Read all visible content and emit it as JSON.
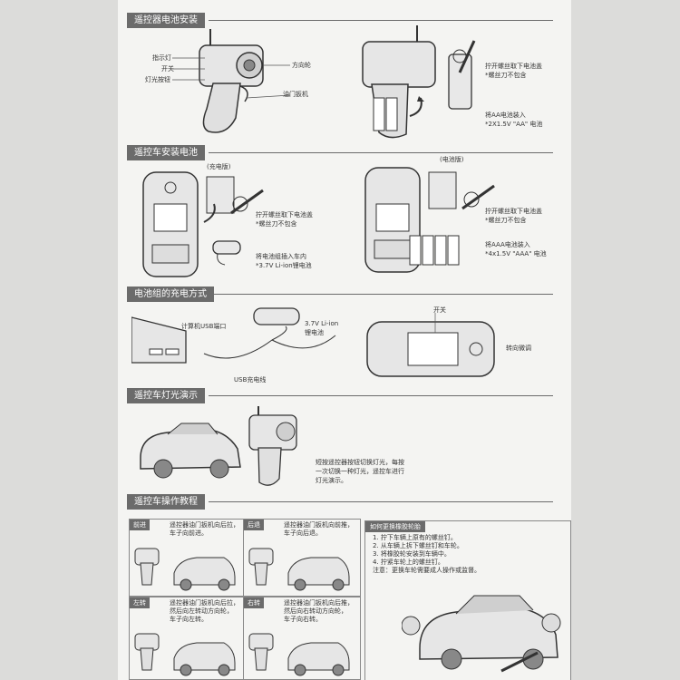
{
  "sections": {
    "s1": "遥控器电池安装",
    "s2": "遥控车安装电池",
    "s3": "电池组的充电方式",
    "s4": "遥控车灯光演示",
    "s5": "遥控车操作教程"
  },
  "remote_install": {
    "labels": [
      "指示灯",
      "开关",
      "灯光按钮"
    ],
    "steering_wheel": "方向轮",
    "trigger": "油门扳机",
    "step1": [
      "拧开螺丝取下电池盖",
      "*螺丝刀不包含"
    ],
    "step2": [
      "将AA电池装入",
      "*2X1.5V \"AA\" 电池"
    ]
  },
  "car_install": {
    "version_charge": "(充电版)",
    "version_battery": "(电池版)",
    "left_step1": [
      "拧开螺丝取下电池盖",
      "*螺丝刀不包含"
    ],
    "left_step2": [
      "将电池组插入车内",
      "*3.7V Li-ion锂电池"
    ],
    "right_step1": [
      "拧开螺丝取下电池盖",
      "*螺丝刀不包含"
    ],
    "right_step2": [
      "将AAA电池装入",
      "*4x1.5V \"AAA\" 电池"
    ]
  },
  "charging": {
    "usb_port": "计算机USB端口",
    "battery": [
      "3.7V Li-ion",
      "锂电池"
    ],
    "cable": "USB充电线",
    "switch": "开关",
    "steering_trim": "转向微调"
  },
  "lights": {
    "desc": [
      "短按遥控器按钮切换灯光，每按",
      "一次切换一种灯光，遥控车进行",
      "灯光演示。"
    ]
  },
  "operation": {
    "forward": {
      "tag": "前进",
      "desc": [
        "遥控器油门扳机向后拉，",
        "车子向前进。"
      ]
    },
    "backward": {
      "tag": "后退",
      "desc": [
        "遥控器油门扳机向前推，",
        "车子向后退。"
      ]
    },
    "left": {
      "tag": "左转",
      "desc": [
        "遥控器油门扳机向后拉，",
        "然后向左转动方向轮，",
        "车子向左转。"
      ]
    },
    "right": {
      "tag": "右转",
      "desc": [
        "遥控器油门扳机向后推，",
        "然后向右转动方向轮，",
        "车子向右转。"
      ]
    }
  },
  "tire": {
    "title": "如何更换橡胶轮胎",
    "steps": [
      "1. 拧下车辆上原有的螺丝钉。",
      "2. 从车辆上拆下螺丝钉和车轮。",
      "3. 将橡胶轮安装到车辆中。",
      "4. 拧紧车轮上的螺丝钉。",
      "注意：更换车轮需要成人操作或监督。"
    ]
  }
}
